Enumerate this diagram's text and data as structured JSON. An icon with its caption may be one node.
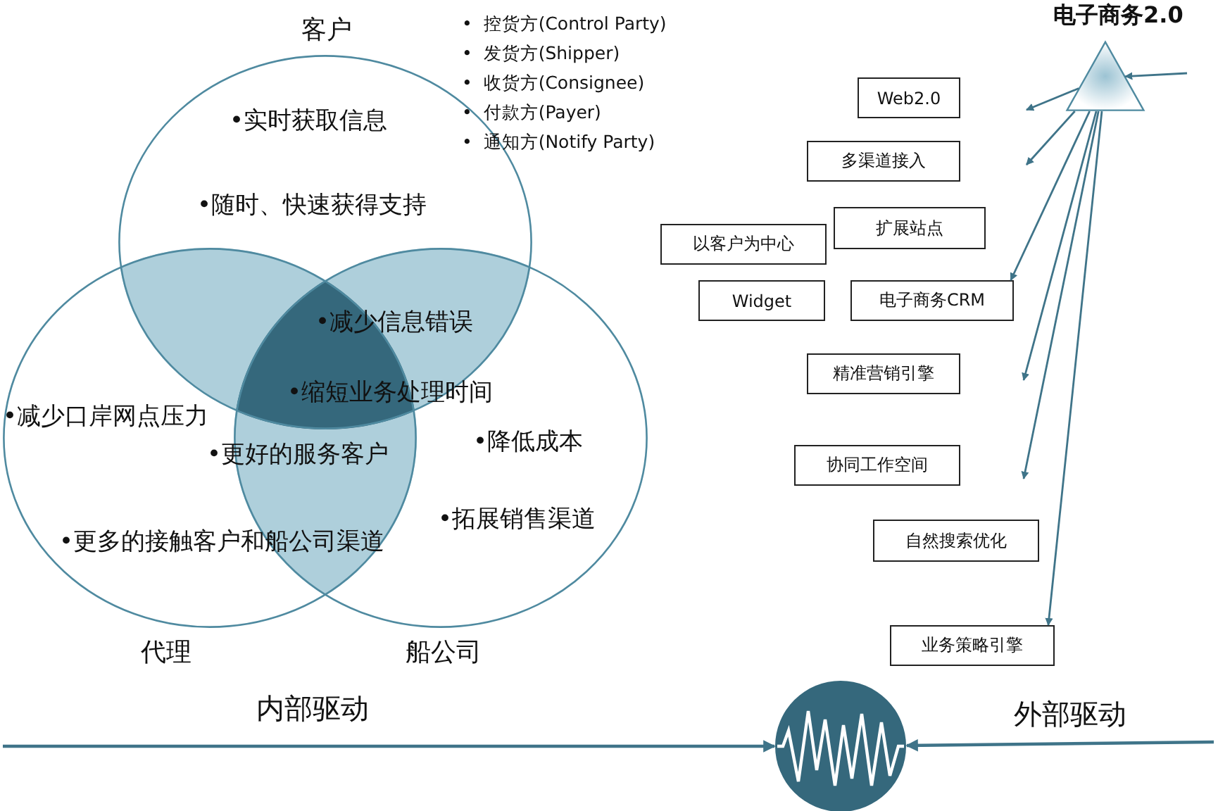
{
  "diagram": {
    "nodes": [
      {
        "text": [
          "客户",
          "•实时获取信息",
          "•随时、快速获得支持"
        ]
      },
      {
        "text": [
          "•减少口岸网点压力",
          "代理"
        ]
      },
      {
        "text": [
          "•降低成本",
          "•拓展销售渠道",
          "船公司"
        ]
      },
      {
        "text": [
          "电子商务2.0"
        ]
      },
      {
        "text": [
          "Web2.0"
        ]
      },
      {
        "text": [
          "多渠道接入"
        ]
      },
      {
        "text": [
          "以客户为中心"
        ]
      },
      {
        "text": [
          "扩展站点"
        ]
      },
      {
        "text": [
          "Widget"
        ]
      },
      {
        "text": [
          "电子商务CRM"
        ]
      },
      {
        "text": [
          "精准营销引擎"
        ]
      },
      {
        "text": [
          "协同工作空间"
        ]
      },
      {
        "text": [
          "自然搜索优化"
        ]
      },
      {
        "text": [
          "业务策略引擎"
        ]
      },
      {
        "text": [],
        "shape": "circle"
      }
    ],
    "edges": [
      {
        "from": null,
        "to": 3,
        "arrow": "to"
      },
      {
        "from": 3,
        "to": null,
        "arrow": "to"
      },
      {
        "from": 3,
        "to": null,
        "arrow": "to"
      },
      {
        "from": 3,
        "to": 9,
        "arrow": "to"
      },
      {
        "from": 3,
        "to": null,
        "arrow": "to"
      },
      {
        "from": 3,
        "to": null,
        "arrow": "to"
      },
      {
        "from": 3,
        "to": 13,
        "arrow": "to"
      },
      {
        "from": null,
        "to": 14,
        "arrow": "to"
      },
      {
        "from": null,
        "to": 14,
        "arrow": "to"
      }
    ],
    "labels": [
      "•  控货方(Control Party)",
      "•  发货方(Shipper)",
      "•  收货方(Consignee)",
      "•  付款方(Payer)",
      "•  通知方(Notify Party)",
      "•减少信息错误",
      "•缩短业务处理时间",
      "•更好的服务客户",
      "•更多的接触客户和船公司渠道",
      "内部驱动",
      "外部驱动"
    ]
  }
}
